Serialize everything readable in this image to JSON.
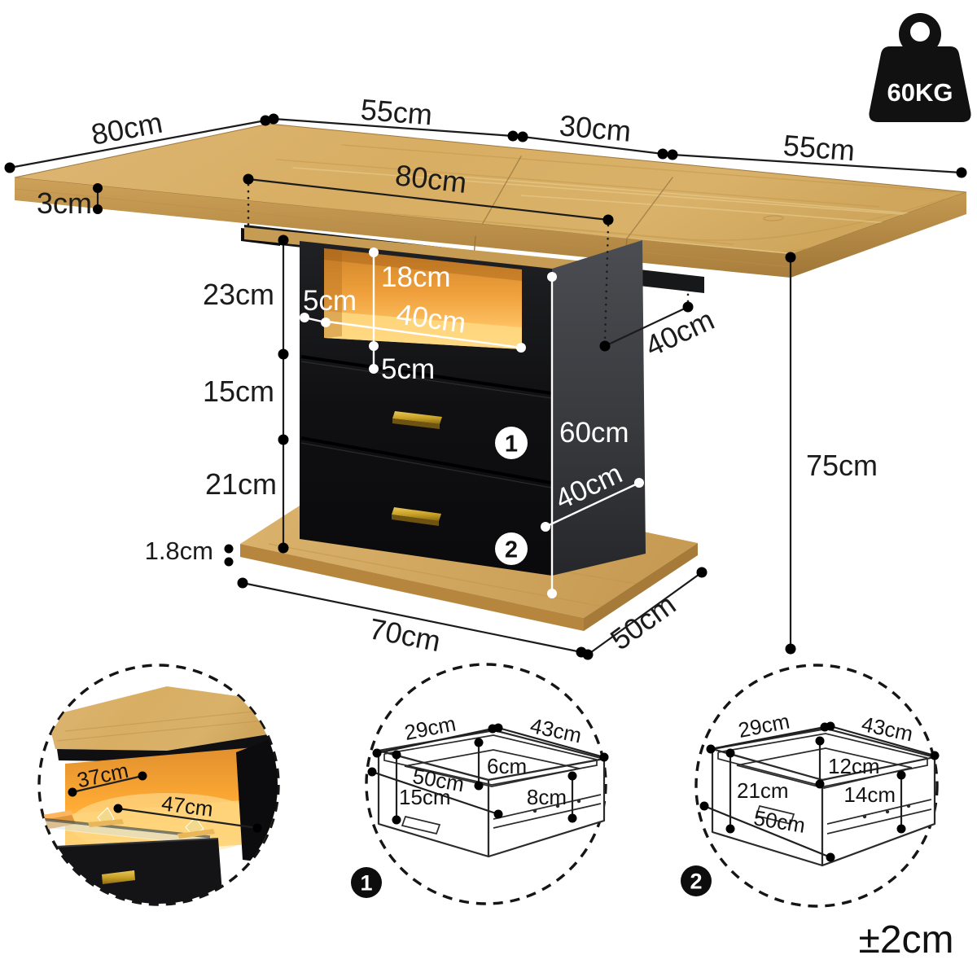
{
  "weight_badge": {
    "label": "60KG"
  },
  "tolerance_note": "±2cm",
  "colors": {
    "wood": "#d8b069",
    "wood_edge": "#bb904a",
    "pedestal_black": "#141416",
    "side_panel_gray": "#3e4045",
    "led_amber": "#f7a93c",
    "handle_gold": "#c9a227"
  },
  "dims": {
    "depth_total": "80cm",
    "top_left_leaf": "55cm",
    "top_extension": "30cm",
    "top_right_leaf": "55cm",
    "top_thickness": "3cm",
    "frame_width": "80cm",
    "section_compartment": "23cm",
    "compartment_opening_height": "18cm",
    "compartment_width": "40cm",
    "compartment_side_gap": "5cm",
    "compartment_bottom_gap": "5cm",
    "drawer1_front": "15cm",
    "drawer2_front": "21cm",
    "base_thickness": "1.8cm",
    "pedestal_height": "60cm",
    "pedestal_top_offset": "40cm",
    "pedestal_depth": "40cm",
    "table_height": "75cm",
    "base_length": "70cm",
    "base_depth": "50cm"
  },
  "pedestal_badges": {
    "one": "1",
    "two": "2"
  },
  "insets": {
    "compartment": {
      "depth": "37cm",
      "width": "47cm"
    },
    "drawer1": {
      "badge": "1",
      "back_width": "29cm",
      "side_depth": "43cm",
      "inner_height": "6cm",
      "bottom_diagonal": "50cm",
      "front_height": "15cm",
      "rail_height": "8cm"
    },
    "drawer2": {
      "badge": "2",
      "back_width": "29cm",
      "side_depth": "43cm",
      "inner_height": "12cm",
      "front_height": "21cm",
      "rail_height": "14cm",
      "bottom_diagonal": "50cm"
    }
  }
}
